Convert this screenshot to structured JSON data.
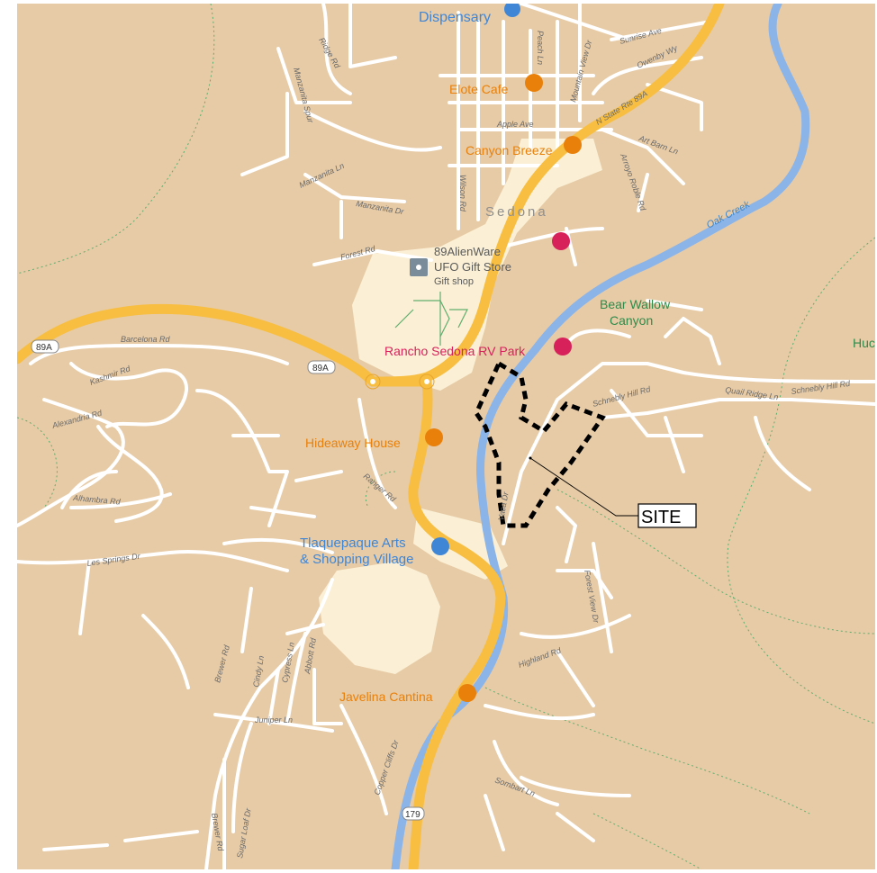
{
  "pois": {
    "dispensary": "Dispensary",
    "elote": "Elote Cafe",
    "canyon_breeze": "Canyon Breeze",
    "alienware_1": "89AlienWare",
    "alienware_2": "UFO Gift Store",
    "gift_shop": "Gift shop",
    "rancho": "Rancho Sedona RV Park",
    "hideaway": "Hideaway House",
    "tlaq_1": "Tlaquepaque Arts",
    "tlaq_2": "& Shopping Village",
    "javelina": "Javelina Cantina",
    "bear_wallow_1": "Bear Wallow",
    "bear_wallow_2": "Canyon",
    "huc": "Huc"
  },
  "places": {
    "town": "Sedona",
    "creek": "Oak Creek"
  },
  "roads": {
    "n_state": "N State Rte 89A",
    "ridge": "Ridge Rd",
    "manzanita_spur": "Manzanita Spur",
    "manzanita_ln": "Manzanita Ln",
    "manzanita_dr": "Manzanita Dr",
    "forest": "Forest Rd",
    "wilson": "Wilson Rd",
    "apple": "Apple Ave",
    "peach": "Peach Ln",
    "mountain_view": "Mountain View Dr",
    "sunrise": "Sunrise Ave",
    "owenby": "Owenby Wy",
    "art_barn": "Art Barn Ln",
    "arroyo": "Arroyo Roble Rd",
    "barcelona": "Barcelona Rd",
    "kashmir": "Kashmir Rd",
    "alexandria": "Alexandria Rd",
    "alhambra": "Alhambra Rd",
    "ranger": "Ranger Rd",
    "les_springs": "Les Springs Dr",
    "schnebly_1": "Schnebly Hill Rd",
    "schnebly_2": "Schnebly Hill Rd",
    "quail": "Quail Ridge Ln",
    "vaca": "Vaca Dr",
    "forest_view": "Forest View Dr",
    "highland": "Highland Rd",
    "brewer_1": "Brewer Rd",
    "brewer_2": "Brewer Rd",
    "cindy": "Cindy Ln",
    "cypress": "Cypress Ln",
    "abbott": "Abbott Rd",
    "juniper": "Juniper Ln",
    "copper": "Copper Cliffs Dr",
    "sombart": "Sombart Ln",
    "sugar_loaf": "Sugar Loaf Dr"
  },
  "shields": {
    "s89a_left": "89A",
    "s89a_mid": "89A",
    "s179": "179"
  },
  "annotation": {
    "site_label": "SITE"
  },
  "colors": {
    "land": "#e7cba6",
    "developed": "#fbf0d5",
    "highway": "#f7be42",
    "water": "#8bb4e8",
    "local_road": "#ffffff",
    "trail": "#5fae6e",
    "poi_orange": "#e8800a",
    "poi_pink": "#d6215b",
    "park_green": "#2e8b4a"
  }
}
